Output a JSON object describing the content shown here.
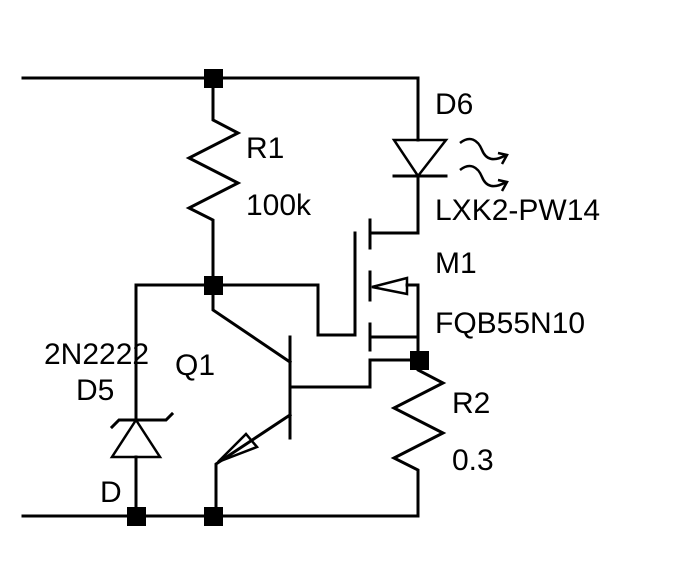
{
  "diagram": {
    "type": "circuit-schematic",
    "components": {
      "R1": {
        "ref": "R1",
        "value": "100k"
      },
      "R2": {
        "ref": "R2",
        "value": "0.3"
      },
      "D6": {
        "ref": "D6",
        "value": "LXK2-PW14",
        "kind": "LED"
      },
      "M1": {
        "ref": "M1",
        "value": "FQB55N10",
        "kind": "N-MOSFET"
      },
      "Q1": {
        "ref": "Q1",
        "value": "2N2222",
        "kind": "NPN"
      },
      "D5": {
        "ref": "D5",
        "value": "D",
        "kind": "Zener"
      }
    }
  }
}
